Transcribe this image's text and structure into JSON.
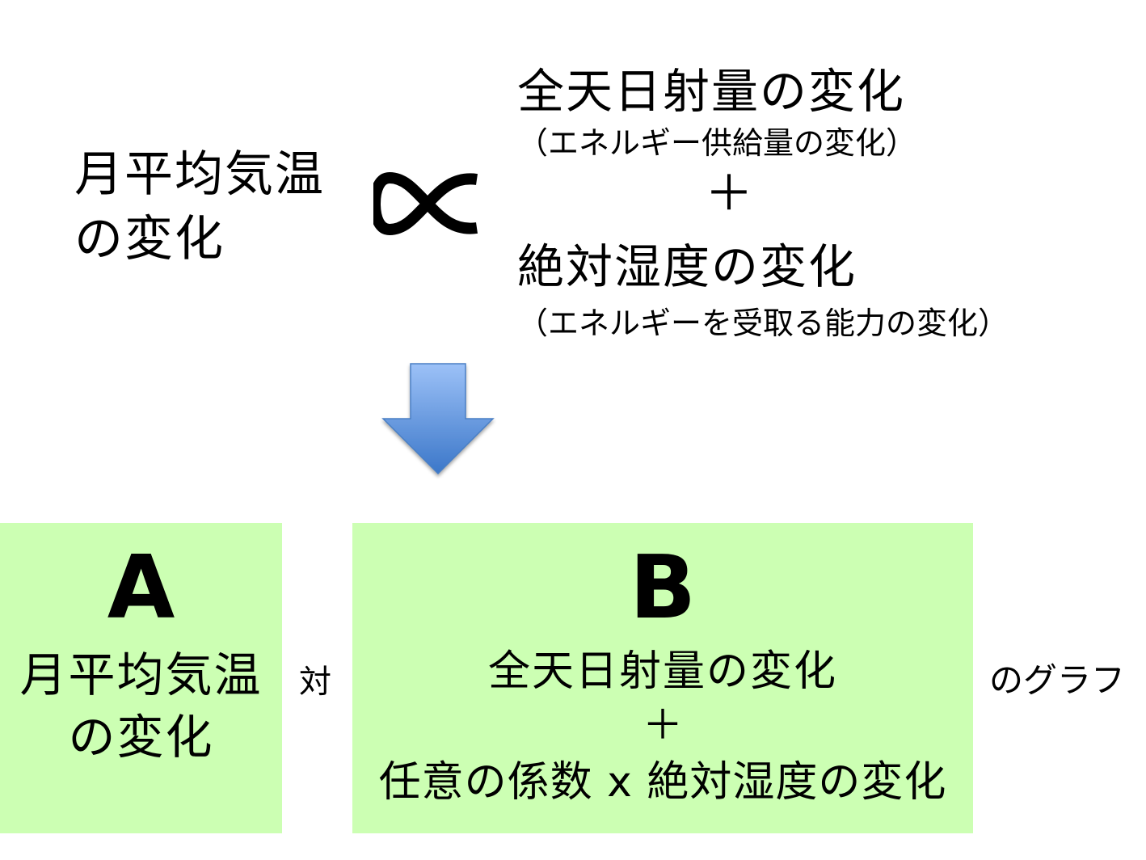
{
  "formula": {
    "lhs": [
      "月平均気温",
      "の変化"
    ],
    "relation_symbol": "∝",
    "rhs_term1": "全天日射量の変化",
    "rhs_term1_note": "（エネルギー供給量の変化）",
    "plus": "＋",
    "rhs_term2": "絶対湿度の変化",
    "rhs_term2_note": "（エネルギーを受取る能力の変化）"
  },
  "arrow": {
    "icon": "down-arrow-icon",
    "color_top": "#9cc1f7",
    "color_bottom": "#3b77c9"
  },
  "box_a": {
    "letter": "A",
    "lines": [
      "月平均気温",
      "の変化"
    ],
    "color": "#ccffb3"
  },
  "versus": "対",
  "box_b": {
    "letter": "B",
    "line1": "全天日射量の変化",
    "plus": "＋",
    "line3": "任意の係数 x 絶対湿度の変化",
    "color": "#ccffb3"
  },
  "graph_label": "のグラフ"
}
